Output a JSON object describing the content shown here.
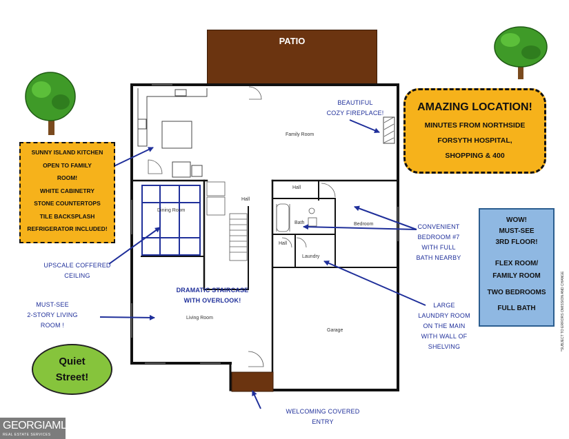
{
  "patio": {
    "label": "PATIO"
  },
  "rooms": {
    "family_room": "Family Room",
    "hall_top": "Hall",
    "hall_center": "Hall",
    "hall_small": "Hall",
    "dining_room": "Dining Room",
    "bath": "Bath",
    "bedroom": "Bedroom",
    "laundry": "Laundry",
    "living_room": "Living Room",
    "garage": "Garage"
  },
  "kitchen_callout": {
    "lines": [
      "SUNNY ISLAND KITCHEN",
      "OPEN TO FAMILY",
      "ROOM!",
      "WHITE CABINETRY",
      "STONE COUNTERTOPS",
      "TILE BACKSPLASH",
      "REFRIGERATOR INCLUDED!"
    ]
  },
  "location_callout": {
    "title": "AMAZING LOCATION!",
    "lines": [
      "MINUTES FROM NORTHSIDE",
      "FORSYTH HOSPITAL,",
      "SHOPPING & 400"
    ]
  },
  "third_floor_callout": {
    "lines": [
      "WOW!",
      "MUST-SEE",
      "3RD FLOOR!",
      "FLEX ROOM/",
      "FAMILY ROOM",
      "TWO BEDROOMS",
      "FULL BATH"
    ]
  },
  "quiet_street": {
    "lines": [
      "Quiet",
      "Street!"
    ]
  },
  "annotations": {
    "fireplace": [
      "BEAUTIFUL",
      "COZY FIREPLACE!"
    ],
    "bedroom7": [
      "CONVENIENT",
      "BEDROOM #7",
      "WITH FULL",
      "BATH NEARBY"
    ],
    "laundry": [
      "LARGE",
      "LAUNDRY ROOM",
      "ON THE MAIN",
      "WITH WALL OF",
      "SHELVING"
    ],
    "staircase": [
      "DRAMATIC STAIRCASE",
      "WITH OVERLOOK!"
    ],
    "coffered": [
      "UPSCALE COFFERED",
      "CEILING"
    ],
    "living": [
      "MUST-SEE",
      "2-STORY LIVING",
      "ROOM !"
    ],
    "entry": "WELCOMING COVERED ENTRY"
  },
  "logo": {
    "name": "GEORGIAMLS",
    "sub": "REAL ESTATE SERVICES"
  },
  "disclaimer": "*SUBJECT TO ERRORS OMISSION AND CHANGE",
  "colors": {
    "callout_orange": "#f6b21b",
    "annotation_blue": "#1f2f9a",
    "patio_brown": "#6b3410",
    "third_floor_blue": "#8fb8e2",
    "quiet_green": "#86c43c"
  }
}
